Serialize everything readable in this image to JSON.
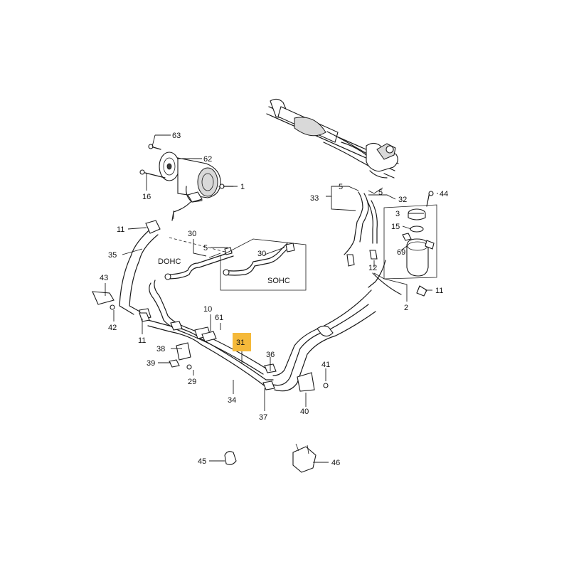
{
  "diagram": {
    "highlight_color": "#f5b93a",
    "callouts": {
      "c63": "63",
      "c62": "62",
      "c1": "1",
      "c16": "16",
      "c11a": "11",
      "c35": "35",
      "c30a": "30",
      "c5a": "5",
      "c30b": "30",
      "c43": "43",
      "c42": "42",
      "c11b": "11",
      "c10": "10",
      "c61": "61",
      "c31": "31",
      "c38": "38",
      "c39": "39",
      "c29": "29",
      "c34": "34",
      "c36": "36",
      "c37": "37",
      "c41": "41",
      "c40": "40",
      "c33": "33",
      "c5b": "5",
      "c5c": "5",
      "c32": "32",
      "c44": "44",
      "c3": "3",
      "c15": "15",
      "c69": "69",
      "c12": "12",
      "c11c": "11",
      "c2": "2",
      "c45": "45",
      "c46": "46"
    },
    "notes": {
      "dohc": "DOHC",
      "sohc": "SOHC"
    }
  }
}
